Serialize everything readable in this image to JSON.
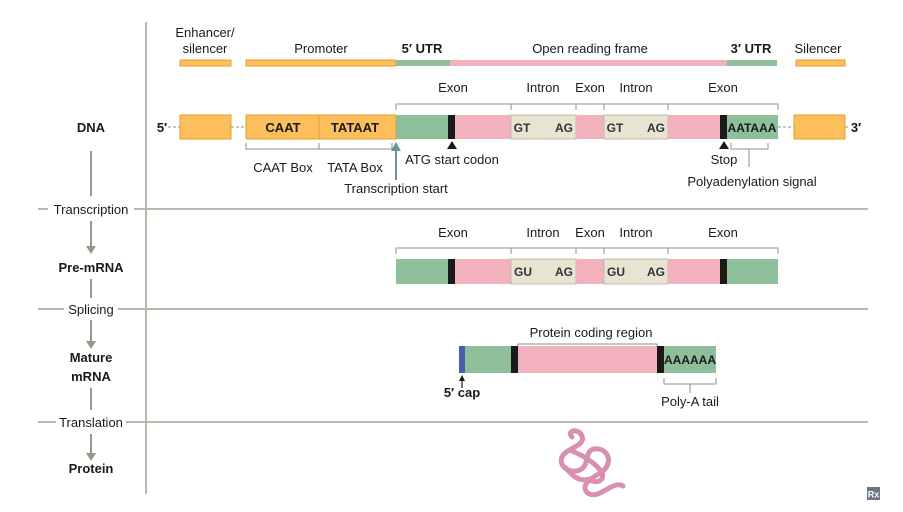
{
  "colors": {
    "orange": "#FDBE5C",
    "orange_border": "#E79D2B",
    "green": "#8FBE9A",
    "pink": "#F2B2BD",
    "intron": "#E7E4D3",
    "codon": "#1A1A1A",
    "cap": "#4A5FA8",
    "rule": "#BDB7AE",
    "arrow": "#9E9487",
    "bracket": "#8F8F8F",
    "protein": "#D88FB0",
    "text": "#1A1A1A"
  },
  "rows": {
    "dna": "DNA",
    "pre_mrna": "Pre-mRNA",
    "mature_1": "Mature",
    "mature_2": "mRNA",
    "protein": "Protein"
  },
  "steps": {
    "transcription": "Transcription",
    "splicing": "Splicing",
    "translation": "Translation"
  },
  "regions": {
    "enhancer_1": "Enhancer/",
    "enhancer_2": "silencer",
    "promoter": "Promoter",
    "utr5": "5′ UTR",
    "orf": "Open reading frame",
    "utr3": "3′ UTR",
    "silencer": "Silencer"
  },
  "dna": {
    "end5": "5′",
    "end3": "3′",
    "caat": "CAAT",
    "tata": "TATAAT",
    "gt": "GT",
    "ag": "AG",
    "aataaa": "AATAAA",
    "exon": "Exon",
    "intron": "Intron",
    "caat_box": "CAAT Box",
    "tata_box": "TATA Box",
    "transcription_start": "Transcription start",
    "atg": "ATG start codon",
    "stop": "Stop",
    "polyadenylation": "Polyadenylation signal"
  },
  "pre_mrna": {
    "exon": "Exon",
    "intron": "Intron",
    "gu": "GU",
    "ag": "AG"
  },
  "mature": {
    "coding_region": "Protein coding region",
    "polya_seq": "AAAAAA",
    "cap": "5′ cap",
    "polya_tail": "Poly-A tail"
  },
  "logo": "Rx"
}
